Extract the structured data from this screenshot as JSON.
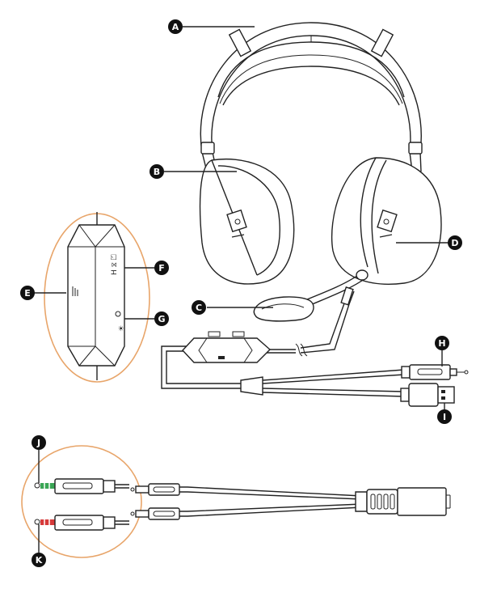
{
  "callouts": {
    "A": "A",
    "B": "B",
    "C": "C",
    "D": "D",
    "E": "E",
    "F": "F",
    "G": "G",
    "H": "H",
    "I": "I",
    "J": "J",
    "K": "K"
  },
  "colors": {
    "line": "#222222",
    "callout_fill": "#111111",
    "highlight_circle": "#e8a56a",
    "plug_green": "#3aa655",
    "plug_red": "#d63a3a"
  }
}
